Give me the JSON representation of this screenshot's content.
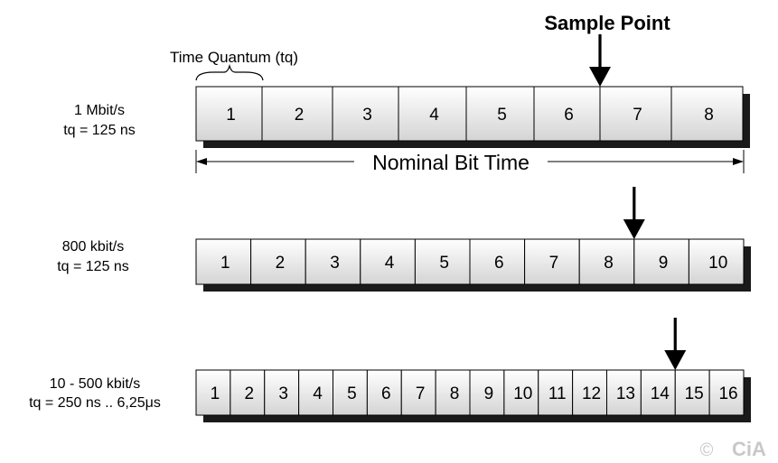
{
  "title": "Sample Point",
  "tq_label": "Time Quantum (tq)",
  "nominal_label": "Nominal Bit Time",
  "copyright": "©",
  "logo": "CiA",
  "rows": [
    {
      "rate": "1 Mbit/s",
      "tq": "tq = 125 ns",
      "cells": [
        "1",
        "2",
        "3",
        "4",
        "5",
        "6",
        "7",
        "8"
      ],
      "sample_after": 6
    },
    {
      "rate": "800 kbit/s",
      "tq": "tq = 125 ns",
      "cells": [
        "1",
        "2",
        "3",
        "4",
        "5",
        "6",
        "7",
        "8",
        "9",
        "10"
      ],
      "sample_after": 8
    },
    {
      "rate": "10 - 500 kbit/s",
      "tq": "tq = 250 ns .. 6,25μs",
      "cells": [
        "1",
        "2",
        "3",
        "4",
        "5",
        "6",
        "7",
        "8",
        "9",
        "10",
        "11",
        "12",
        "13",
        "14",
        "15",
        "16"
      ],
      "sample_after": 14
    }
  ],
  "colors": {
    "box_top": "#ffffff",
    "box_bottom": "#d4d4d4",
    "shadow": "#1a1a1a",
    "logo": "#c8c8c8"
  }
}
